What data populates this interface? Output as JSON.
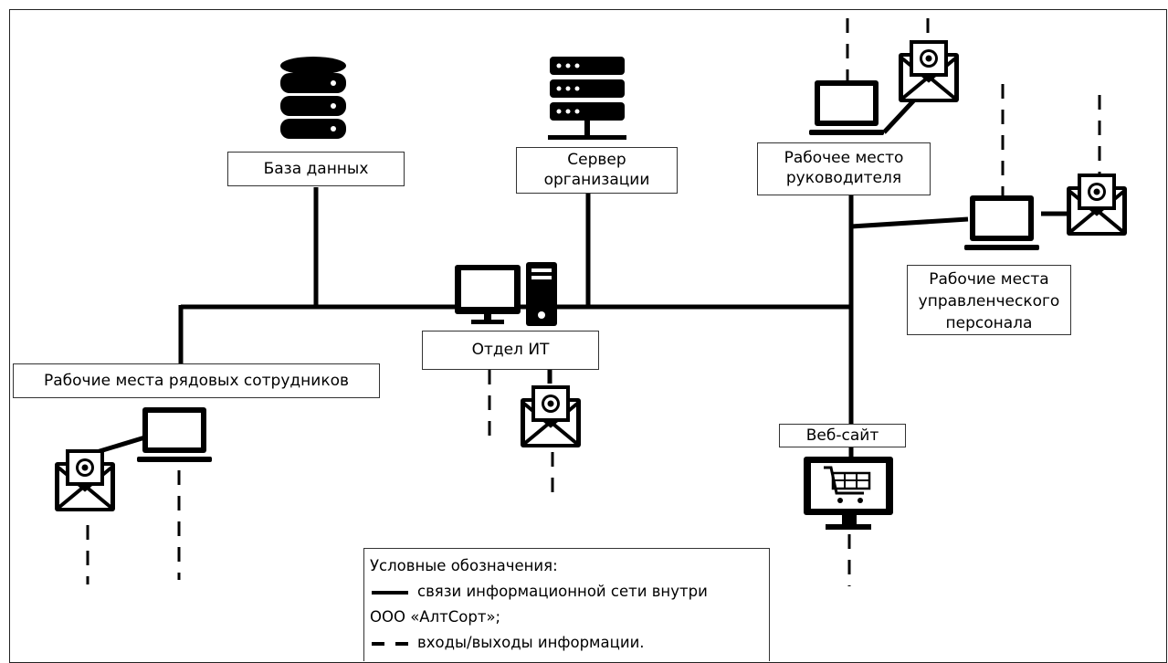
{
  "nodes": {
    "database": "База данных",
    "server_line1": "Сервер",
    "server_line2": "организации",
    "manager_line1": "Рабочее место",
    "manager_line2": "руководителя",
    "mgmt_line1": "Рабочие места",
    "mgmt_line2": "управленческого",
    "mgmt_line3": "персонала",
    "it": "Отдел ИТ",
    "employees": "Рабочие места рядовых сотрудников",
    "website": "Веб-сайт"
  },
  "legend": {
    "title": "Условные обозначения:",
    "solid_line1": "связи информационной сети внутри",
    "solid_line2": "ООО «АлтСорт»;",
    "dashed": "входы/выходы информации."
  },
  "icons": [
    "database-icon",
    "server-icon",
    "laptop-icon",
    "envelope-at-icon",
    "desktop-computer-icon",
    "cart-monitor-icon"
  ]
}
